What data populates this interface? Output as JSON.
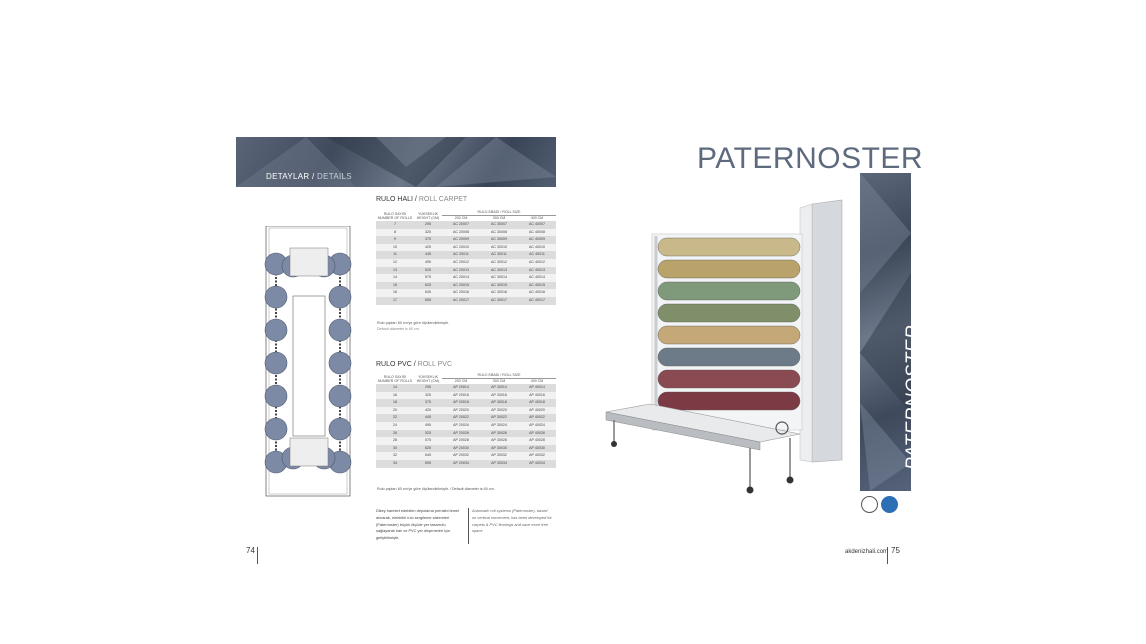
{
  "left_page": {
    "banner": {
      "title_tr": "DETAYLAR",
      "separator": " / ",
      "title_en": "DETAILS"
    },
    "carpet": {
      "title_tr": "RULO HALI",
      "separator": " / ",
      "title_en": "ROLL CARPET",
      "headers": {
        "rolls": "RULO SAYISI NUMBER OF ROLLS",
        "height": "YÜKSEKLIK HEIGHT (CM)",
        "roll_size": "RULO EBADI / ROLL SIZE",
        "sizes": [
          "200 CM",
          "300 CM",
          "400 CM"
        ]
      },
      "rows": [
        [
          "7",
          "295",
          "AC 20007",
          "AC 30007",
          "AC 40007"
        ],
        [
          "8",
          "325",
          "AC 20008",
          "AC 30008",
          "AC 40008"
        ],
        [
          "9",
          "375",
          "AC 20009",
          "AC 30009",
          "AC 40009"
        ],
        [
          "10",
          "425",
          "AC 20010",
          "AC 30010",
          "AC 40010"
        ],
        [
          "11",
          "445",
          "AC 20011",
          "AC 30011",
          "AC 40011"
        ],
        [
          "12",
          "495",
          "AC 20012",
          "AC 30012",
          "AC 40012"
        ],
        [
          "13",
          "525",
          "AC 20013",
          "AC 30013",
          "AC 40013"
        ],
        [
          "14",
          "575",
          "AC 20014",
          "AC 30014",
          "AC 40014"
        ],
        [
          "15",
          "625",
          "AC 20015",
          "AC 30015",
          "AC 40015"
        ],
        [
          "16",
          "645",
          "AC 20016",
          "AC 30016",
          "AC 40016"
        ],
        [
          "17",
          "695",
          "AC 20017",
          "AC 30017",
          "AC 40017"
        ]
      ],
      "note_tr": "Rulo çapları 60 cm'ye göre ölçülendirilmiştir.",
      "note_en": "Default diameter is 60 cm."
    },
    "pvc": {
      "title_tr": "RULO PVC",
      "separator": " / ",
      "title_en": "ROLL PVC",
      "headers": {
        "rolls": "RULO SAYISI NUMBER OF ROLLS",
        "height": "YÜKSEKLIK HEIGHT (CM)",
        "roll_size": "RULO EBADI / ROLL SIZE",
        "sizes": [
          "200 CM",
          "300 CM",
          "400 CM"
        ]
      },
      "rows": [
        [
          "14",
          "295",
          "AP 20014",
          "AP 30014",
          "AP 40014"
        ],
        [
          "16",
          "325",
          "AP 20016",
          "AP 30016",
          "AP 40016"
        ],
        [
          "18",
          "375",
          "AP 20018",
          "AP 30018",
          "AP 40018"
        ],
        [
          "20",
          "425",
          "AP 20020",
          "AP 30020",
          "AP 40020"
        ],
        [
          "22",
          "445",
          "AP 20022",
          "AP 30022",
          "AP 40022"
        ],
        [
          "24",
          "495",
          "AP 20024",
          "AP 30024",
          "AP 40024"
        ],
        [
          "26",
          "525",
          "AP 20026",
          "AP 30026",
          "AP 40026"
        ],
        [
          "28",
          "575",
          "AP 20028",
          "AP 30028",
          "AP 40028"
        ],
        [
          "30",
          "625",
          "AP 20030",
          "AP 30030",
          "AP 40030"
        ],
        [
          "32",
          "645",
          "AP 20032",
          "AP 30032",
          "AP 40032"
        ],
        [
          "34",
          "695",
          "AP 20034",
          "AP 30034",
          "AP 40034"
        ]
      ],
      "note": "Rulo çapları 60 cm'ye göre ölçülendirilmiştir. / Default diameter is 60 cm."
    },
    "description_tr": "Dikey hareket edebilen depolama prensibi temel alınarak, elektrikli rulo sergileme sistemleri (Paternoster) büyük ölçüde yer tasarrufu sağlayarak halı ve PVC yer döşemeleri için geliştirilmiştir.",
    "description_en": "Automatic roll systems (Paternoster), based on vertical movement, has been developed for carpets & PVC floorings and save more free space.",
    "page_number": "74"
  },
  "right_page": {
    "title": "PATERNOSTER",
    "vertical_title": "PATERNOSTER",
    "website": "akdenizhali.com",
    "page_number": "75"
  },
  "colors": {
    "banner": "#4a5568",
    "title": "#5e6a7e",
    "roll_circle": "#7d8aa6"
  }
}
